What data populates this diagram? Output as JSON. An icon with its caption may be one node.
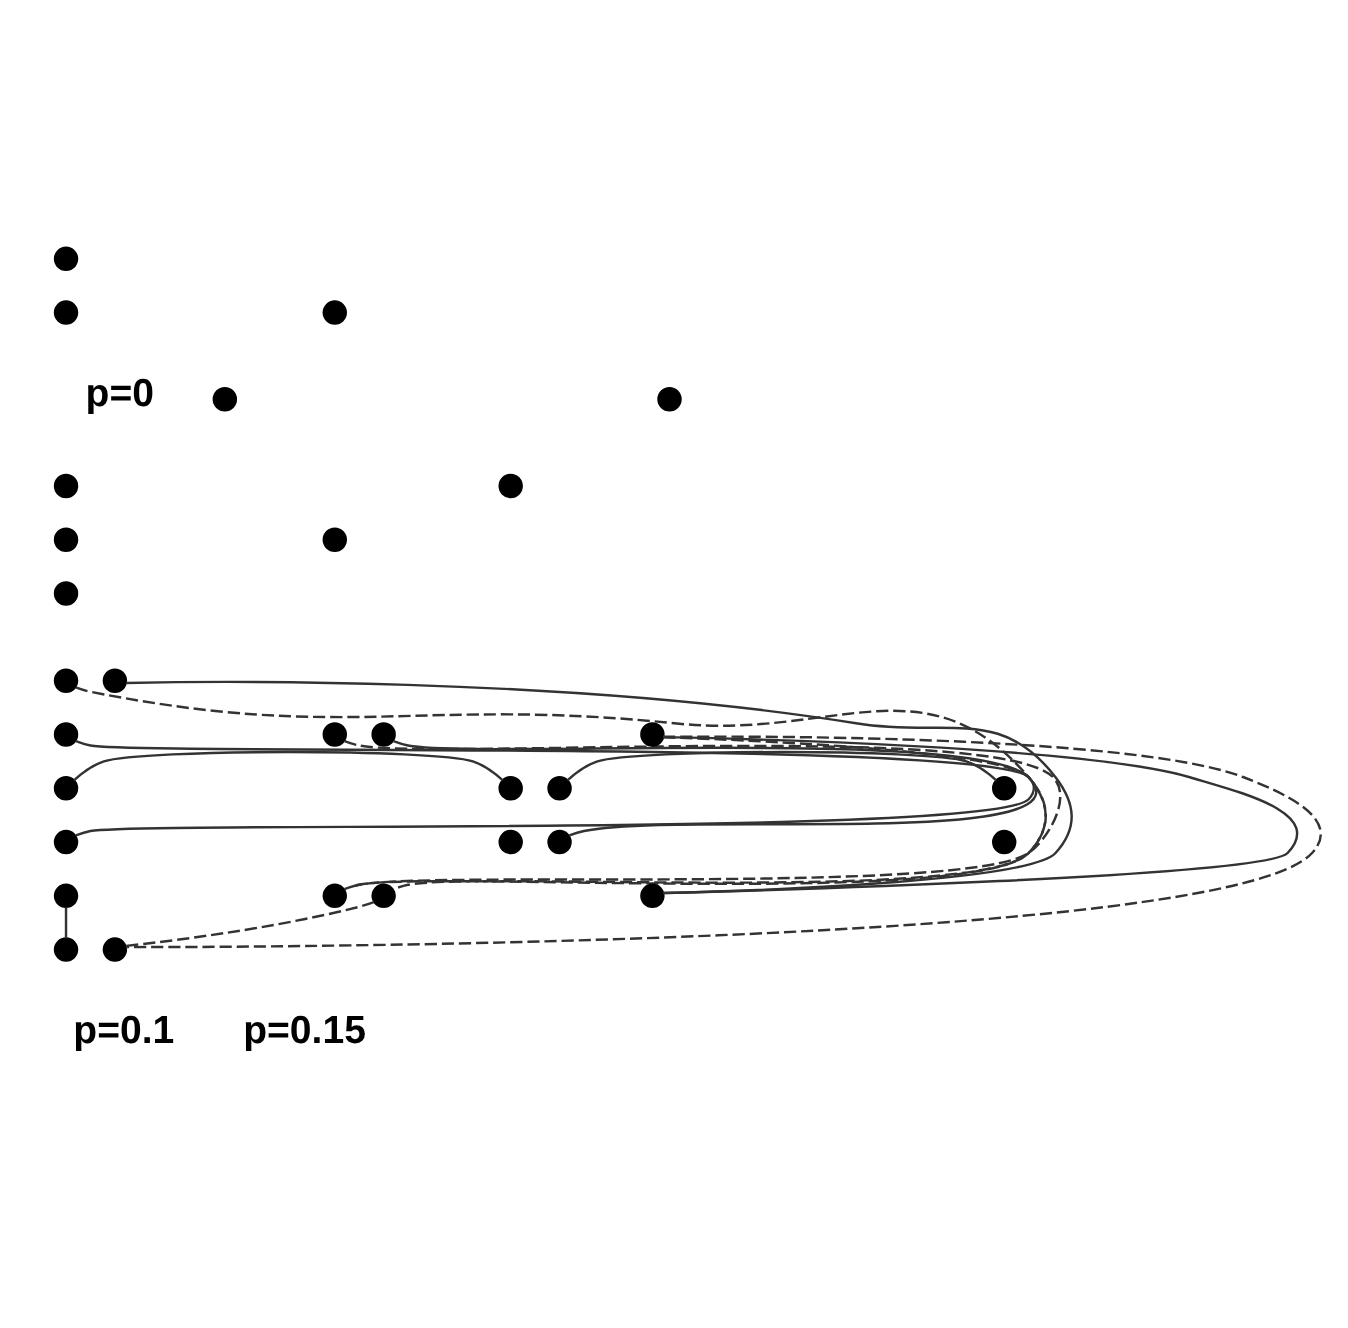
{
  "diagram": {
    "nodes": [
      {
        "text": [],
        "shape": "circle"
      },
      {
        "text": [],
        "shape": "circle"
      },
      {
        "text": [],
        "shape": "circle"
      },
      {
        "text": [],
        "shape": "circle"
      },
      {
        "text": [],
        "shape": "circle"
      },
      {
        "text": [],
        "shape": "circle"
      },
      {
        "text": [],
        "shape": "circle"
      },
      {
        "text": [],
        "shape": "circle"
      },
      {
        "text": [],
        "shape": "circle"
      },
      {
        "text": [],
        "shape": "circle"
      },
      {
        "text": [],
        "shape": "circle"
      },
      {
        "text": [],
        "shape": "circle"
      },
      {
        "text": [],
        "shape": "circle"
      },
      {
        "text": [],
        "shape": "circle"
      },
      {
        "text": [],
        "shape": "circle"
      },
      {
        "text": [],
        "shape": "circle"
      },
      {
        "text": [],
        "shape": "circle"
      },
      {
        "text": [],
        "shape": "circle"
      },
      {
        "text": [],
        "shape": "circle"
      },
      {
        "text": [],
        "shape": "circle"
      },
      {
        "text": [],
        "shape": "circle"
      },
      {
        "text": [],
        "shape": "circle"
      },
      {
        "text": [],
        "shape": "circle"
      },
      {
        "text": [],
        "shape": "circle"
      },
      {
        "text": [],
        "shape": "circle"
      },
      {
        "text": [],
        "shape": "circle"
      },
      {
        "text": [],
        "shape": "circle"
      },
      {
        "text": [],
        "shape": "circle"
      },
      {
        "text": [],
        "shape": "circle"
      },
      {
        "text": [],
        "shape": "circle"
      }
    ],
    "edges": [
      {
        "from": 19,
        "to": 17,
        "arrow": "none"
      },
      {
        "from": 18,
        "to": 12,
        "arrow": "none"
      },
      {
        "from": 10,
        "to": 14,
        "arrow": "none",
        "style": "dashed"
      },
      {
        "from": 11,
        "to": 14,
        "arrow": "none",
        "style": "dashed"
      },
      {
        "from": 16,
        "to": 15,
        "arrow": "none"
      },
      {
        "from": 29,
        "to": 27,
        "arrow": "none"
      },
      {
        "from": 28,
        "to": 22,
        "arrow": "none"
      },
      {
        "from": 20,
        "to": 24,
        "arrow": "none"
      },
      {
        "from": 21,
        "to": 24,
        "arrow": "none"
      },
      {
        "from": 21,
        "to": 26,
        "arrow": "none",
        "style": "dashed"
      },
      {
        "from": 21,
        "to": 25,
        "arrow": "none",
        "style": "dashed"
      },
      {
        "from": 26,
        "to": 25,
        "arrow": "none",
        "style": "dashed"
      }
    ],
    "labels": [
      "p=0",
      "p=0.1",
      "p=0.15"
    ]
  }
}
